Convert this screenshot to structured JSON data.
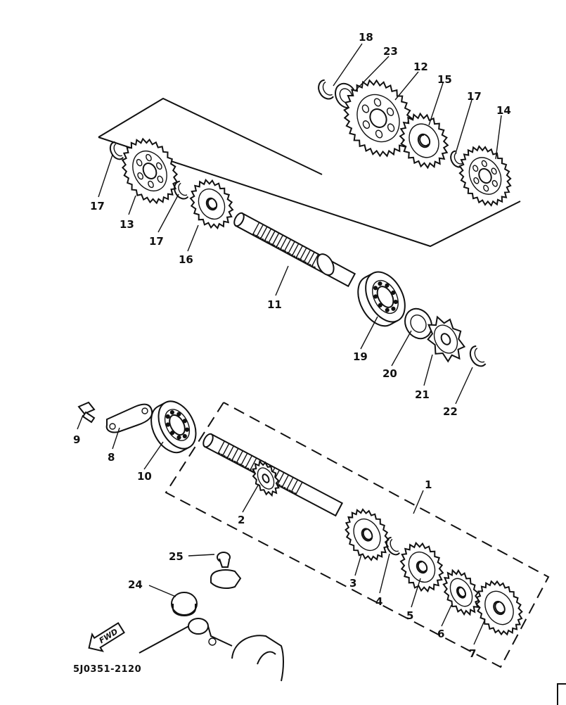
{
  "diagram": {
    "drawing_code": "5J0351-2120",
    "direction_label": "FWD",
    "callouts": {
      "p1": "1",
      "p2": "2",
      "p3": "3",
      "p4": "4",
      "p5": "5",
      "p6": "6",
      "p7": "7",
      "p8": "8",
      "p9": "9",
      "p10": "10",
      "p11": "11",
      "p12": "12",
      "p13": "13",
      "p14": "14",
      "p15": "15",
      "p16": "16",
      "p17a": "17",
      "p17b": "17",
      "p17c": "17",
      "p18": "18",
      "p19": "19",
      "p20": "20",
      "p21": "21",
      "p22": "22",
      "p23": "23",
      "p24": "24",
      "p25": "25"
    }
  }
}
